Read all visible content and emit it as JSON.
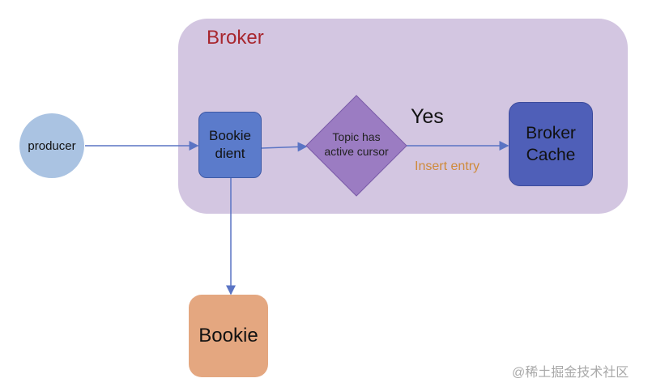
{
  "diagram": {
    "broker": {
      "title": "Broker"
    },
    "nodes": {
      "producer": "producer",
      "bookie_client": [
        "Bookie",
        "dient"
      ],
      "decision": [
        "Topic has",
        "active cursor"
      ],
      "broker_cache": [
        "Broker",
        "Cache"
      ],
      "bookie": "Bookie"
    },
    "edge_labels": {
      "yes": "Yes",
      "insert_entry": "Insert entry"
    },
    "colors": {
      "broker_bg": "#d3c6e1",
      "broker_title": "#a8262e",
      "producer": "#aac3e2",
      "bookie_client": "#5b7bcb",
      "decision": "#9b7cc2",
      "broker_cache": "#4f5fb8",
      "bookie": "#e4a780",
      "edge": "#5a74c4",
      "insert_label": "#cf8a3a"
    },
    "edges": [
      {
        "from": "producer",
        "to": "bookie_client"
      },
      {
        "from": "bookie_client",
        "to": "decision"
      },
      {
        "from": "decision",
        "to": "broker_cache"
      },
      {
        "from": "bookie_client",
        "to": "bookie"
      }
    ]
  },
  "watermark": "@稀土掘金技术社区"
}
